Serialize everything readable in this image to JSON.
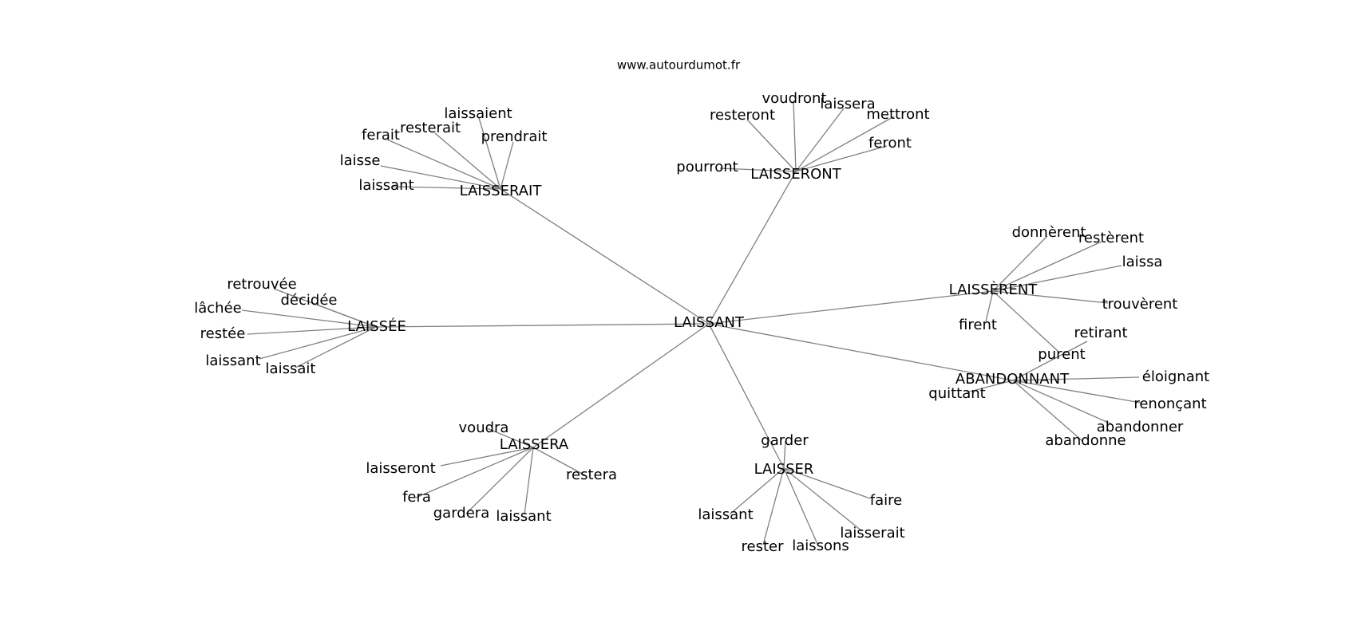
{
  "header": {
    "site": "www.autourdumot.fr"
  },
  "graph": {
    "root": "LAISSANT",
    "clusters": [
      {
        "hub": "LAISSERAIT",
        "words": [
          "laissaient",
          "resterait",
          "prendrait",
          "ferait",
          "laisse",
          "laissant"
        ]
      },
      {
        "hub": "LAISSERONT",
        "words": [
          "voudront",
          "laissera",
          "resteront",
          "mettront",
          "feront",
          "pourront"
        ]
      },
      {
        "hub": "LAISSÈRENT",
        "words": [
          "donnèrent",
          "restèrent",
          "laissa",
          "trouvèrent",
          "firent",
          "purent"
        ]
      },
      {
        "hub": "ABANDONNANT",
        "words": [
          "retirant",
          "éloignant",
          "quittant",
          "renonçant",
          "abandonner",
          "abandonne"
        ]
      },
      {
        "hub": "LAISSÉE",
        "words": [
          "retrouvée",
          "décidée",
          "lâchée",
          "restée",
          "laissant",
          "laissait"
        ]
      },
      {
        "hub": "LAISSERA",
        "words": [
          "voudra",
          "laisseront",
          "restera",
          "fera",
          "gardera",
          "laissant"
        ]
      },
      {
        "hub": "LAISSER",
        "words": [
          "garder",
          "faire",
          "laissant",
          "laisserait",
          "rester",
          "laissons"
        ]
      }
    ]
  }
}
